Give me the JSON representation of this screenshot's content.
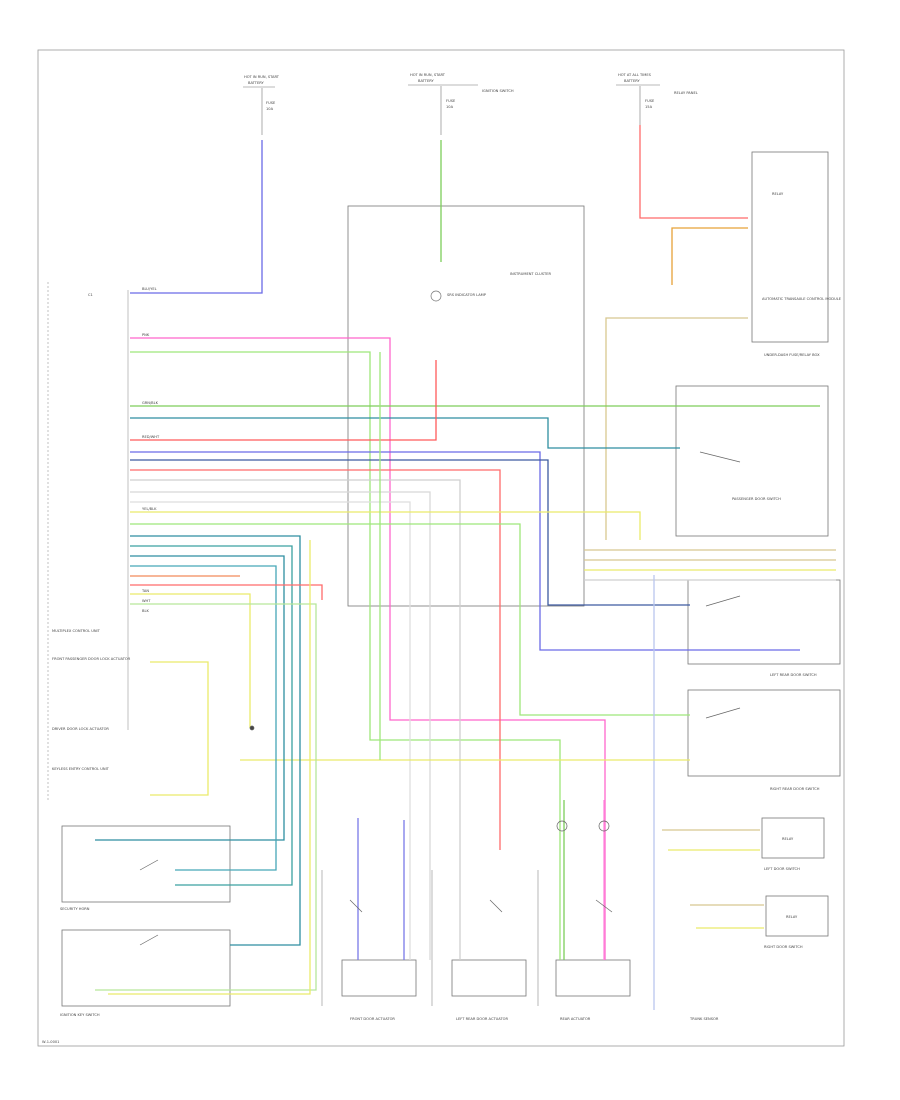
{
  "page": {
    "footer_code": "W-1-0001"
  },
  "colors": {
    "blue": "#6a6ae6",
    "green": "#7dce5a",
    "pink": "#ff66cc",
    "red": "#ff5b5b",
    "orange": "#e6a238",
    "yellow": "#eaea6a",
    "tan": "#d8c890",
    "teal": "#2e8ea0",
    "lightgreen": "#9ee67a",
    "grey": "#bdbdbd",
    "lightblue": "#b9c6ef",
    "navy": "#3d5aa0"
  },
  "power": {
    "left": {
      "label": "HOT IN RUN, START",
      "sub": "BATTERY",
      "fuse": "FUSE",
      "amp": "10A"
    },
    "mid": {
      "label": "HOT IN RUN, START",
      "sub": "BATTERY",
      "fuse": "FUSE",
      "amp": "10A",
      "note": "IGNITION SWITCH"
    },
    "right": {
      "label": "HOT AT ALL TIMES",
      "sub": "BATTERY",
      "fuse": "FUSE",
      "amp": "15A",
      "note": "RELAY PANEL"
    }
  },
  "components": {
    "instrument_cluster": "INSTRUMENT CLUSTER",
    "indicator": "SRS INDICATOR LAMP",
    "relay_top": "RELAY",
    "cruise_module": "AUTOMATIC TRANSAXLE CONTROL MODULE",
    "under_dash_fuse": "UNDER-DASH FUSE/RELAY BOX",
    "passenger_door": "PASSENGER DOOR SWITCH",
    "left_rear_door": "LEFT REAR DOOR SWITCH",
    "right_rear_door": "RIGHT REAR DOOR SWITCH",
    "relay_mid": "RELAY",
    "relay_low": "RELAY",
    "left_door_switch": "LEFT DOOR SWITCH",
    "right_door_switch": "RIGHT DOOR SWITCH",
    "keyless_module": "KEYLESS ENTRY CONTROL UNIT",
    "multi_control": "MULTIPLEX CONTROL UNIT",
    "security_horn": "SECURITY HORN",
    "ignition_key": "IGNITION KEY SWITCH",
    "front_passenger_lock": "FRONT PASSENGER DOOR LOCK ACTUATOR",
    "driver_lock": "DRIVER DOOR LOCK ACTUATOR",
    "front_door_actuator": "FRONT DOOR ACTUATOR",
    "left_rear_actuator": "LEFT REAR DOOR ACTUATOR",
    "rear_actuator": "REAR ACTUATOR",
    "trunk_sensor": "TRUNK SENSOR"
  },
  "labels": {
    "wire_blu": "BLU/YEL",
    "wire_grn": "GRN/BLK",
    "wire_red": "RED/WHT",
    "wire_yel": "YEL/BLK",
    "wire_pnk": "PNK",
    "wire_tan": "TAN",
    "wire_wht": "WHT",
    "wire_blk": "BLK",
    "terminal": "C1"
  }
}
